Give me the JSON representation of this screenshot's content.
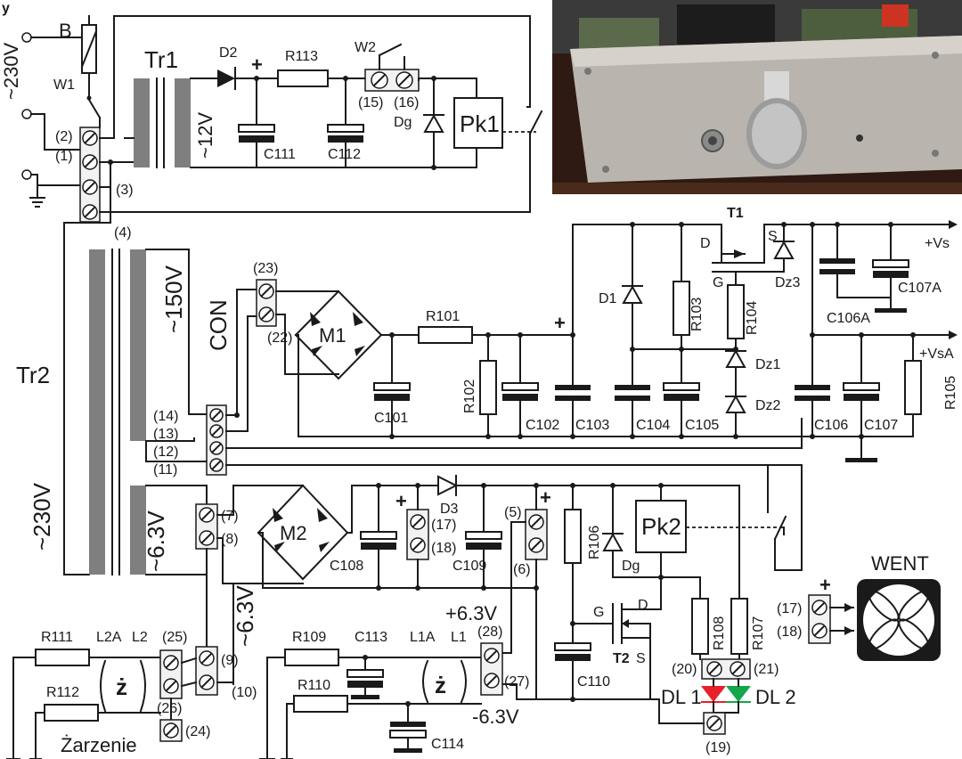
{
  "labels": {
    "y": "y",
    "v230a": "~230V",
    "B": "B",
    "W1": "W1",
    "Tr1": "Tr1",
    "D2": "D2",
    "R113": "R113",
    "W2": "W2",
    "n15": "(15)",
    "n16": "(16)",
    "Dg": "Dg",
    "Pk1": "Pk1",
    "v12": "~12V",
    "C111": "C111",
    "C112": "C112",
    "n2": "(2)",
    "n1": "(1)",
    "n3": "(3)",
    "n4": "(4)",
    "T1": "T1",
    "D": "D",
    "S": "S",
    "G": "G",
    "Dz3": "Dz3",
    "Vs": "+Vs",
    "C107A": "C107A",
    "C106A": "C106A",
    "D1": "D1",
    "R103": "R103",
    "R104": "R104",
    "VsA": "+VsA",
    "n23": "(23)",
    "n22": "(22)",
    "M1": "M1",
    "R101": "R101",
    "v150": "~150V",
    "CON": "CON",
    "Tr2": "Tr2",
    "v230b": "~230V",
    "n14": "(14)",
    "n13": "(13)",
    "n12": "(12)",
    "n11": "(11)",
    "R102": "R102",
    "C101": "C101",
    "C102": "C102",
    "C103": "C103",
    "C104": "C104",
    "C105": "C105",
    "Dz1": "Dz1",
    "Dz2": "Dz2",
    "C106": "C106",
    "C107": "C107",
    "R105": "R105",
    "v63a": "~6.3V",
    "n7": "(7)",
    "n8": "(8)",
    "M2": "M2",
    "C108": "C108",
    "D3": "D3",
    "n17": "(17)",
    "n18": "(18)",
    "C109": "C109",
    "n5": "(5)",
    "n6": "(6)",
    "R106": "R106",
    "Dg2": "Dg",
    "Pk2": "Pk2",
    "WENT": "WENT",
    "n17b": "(17)",
    "n18b": "(18)",
    "v63b": "~6.3V",
    "G2": "G",
    "D2b": "D",
    "T2": "T2",
    "S2": "S",
    "R108": "R108",
    "R107": "R107",
    "p63": "+6.3V",
    "R111": "R111",
    "L2A": "L2A",
    "L2": "L2",
    "n25": "(25)",
    "n9": "(9)",
    "n10": "(10)",
    "n26": "(26)",
    "R112": "R112",
    "z1": "ż",
    "n24": "(24)",
    "Zarzenie": "Żarzenie",
    "R109": "R109",
    "C113": "C113",
    "L1A": "L1A",
    "L1": "L1",
    "n28": "(28)",
    "n27": "(27)",
    "R110": "R110",
    "z2": "ż",
    "C114": "C114",
    "m63": "-6.3V",
    "C110": "C110",
    "n20": "(20)",
    "n21": "(21)",
    "DL1": "DL 1",
    "DL2": "DL 2",
    "n19": "(19)",
    "plus": "+",
    "plus2": "+",
    "plus3": "+",
    "plus4": "+",
    "plus5": "+"
  },
  "colors": {
    "led_red": "#e8202a",
    "led_green": "#14a64a",
    "core_gray": "#7f7f7f",
    "photo_panel": "#b9b5ae"
  },
  "photo": {
    "description_icon": "amplifier-front-panel-photo"
  }
}
